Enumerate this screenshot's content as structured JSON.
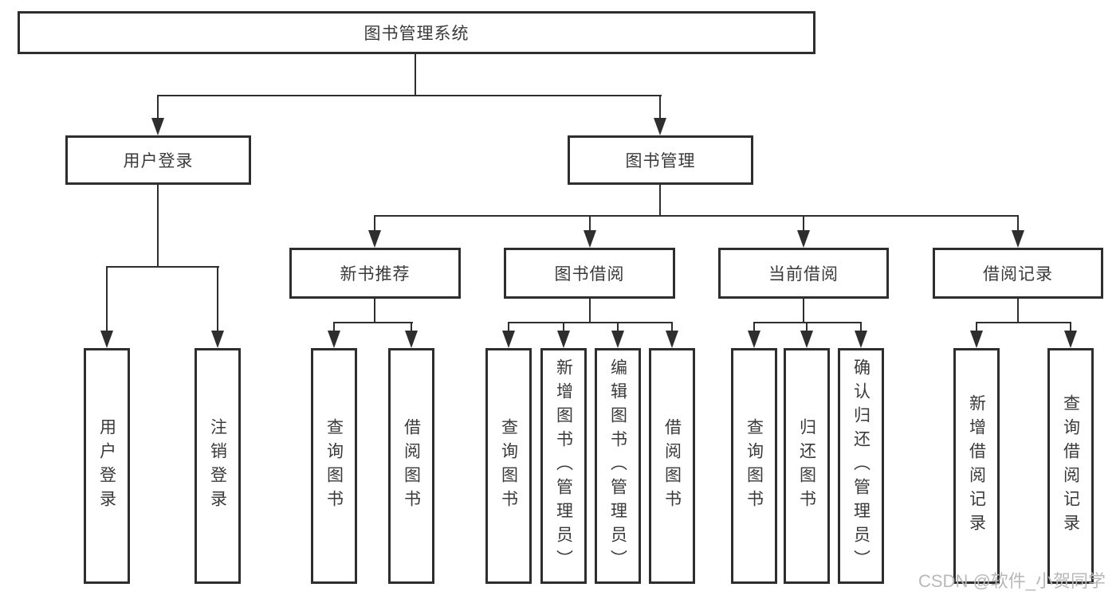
{
  "tree": {
    "root": {
      "label": "图书管理系统",
      "children": [
        {
          "label": "用户登录",
          "children": [
            {
              "label": "用户登录"
            },
            {
              "label": "注销登录"
            }
          ]
        },
        {
          "label": "图书管理",
          "children": [
            {
              "label": "新书推荐",
              "children": [
                {
                  "label": "查询图书"
                },
                {
                  "label": "借阅图书"
                }
              ]
            },
            {
              "label": "图书借阅",
              "children": [
                {
                  "label": "查询图书"
                },
                {
                  "label": "新增图书（管理员）"
                },
                {
                  "label": "编辑图书（管理员）"
                },
                {
                  "label": "借阅图书"
                }
              ]
            },
            {
              "label": "当前借阅",
              "children": [
                {
                  "label": "查询图书"
                },
                {
                  "label": "归还图书"
                },
                {
                  "label": "确认归还（管理员）"
                }
              ]
            },
            {
              "label": "借阅记录",
              "children": [
                {
                  "label": "新增借阅记录"
                },
                {
                  "label": "查询借阅记录"
                }
              ]
            }
          ]
        }
      ]
    }
  },
  "watermark": {
    "text": "CSDN @软件_小贺同学",
    "color": "#b8b8b8"
  },
  "colors": {
    "line": "#2e2e2e",
    "box_border": "#2e2e2e",
    "text": "#3a3a3a",
    "background": "#ffffff"
  }
}
